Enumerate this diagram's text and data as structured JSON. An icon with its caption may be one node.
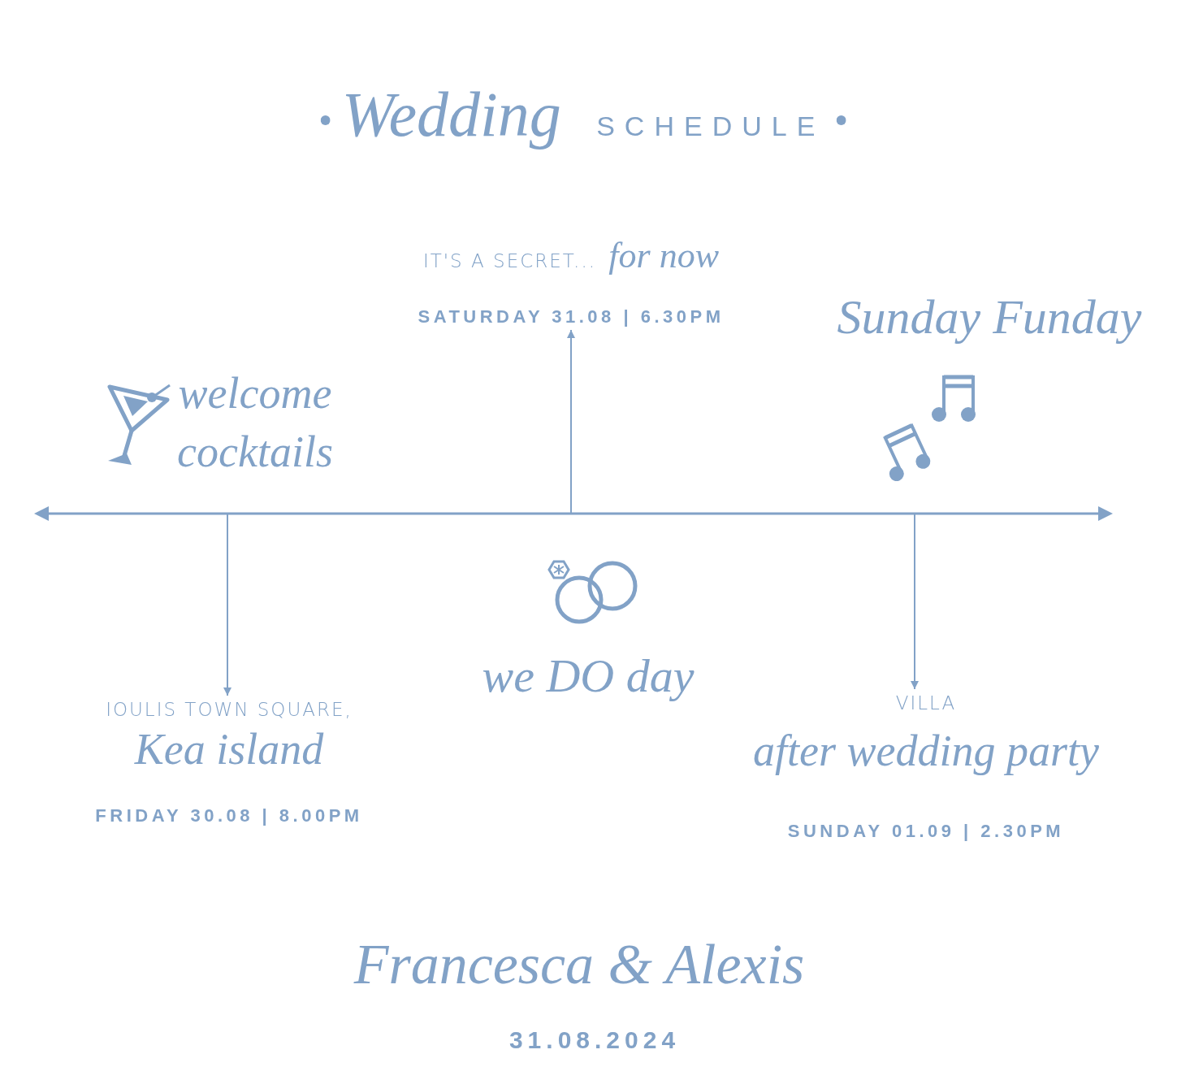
{
  "diagram": {
    "title": "*Wedding* SCHEDULE",
    "nodes": [
      {
        "text": [
          "IOULIS TOWN SQUARE,",
          "Kea island",
          "FRIDAY 30.08 | 8.00PM"
        ]
      },
      {
        "text": [
          "IT'S A SECRET... *for now*",
          "SATURDAY 31.08 | 6.30PM"
        ]
      },
      {
        "text": [
          "VILLA",
          "after wedding party",
          "SUNDAY 01.09 | 2.30PM"
        ]
      }
    ],
    "edges": [
      {
        "from": null,
        "to": 0,
        "arrow": "to"
      },
      {
        "from": null,
        "to": 1,
        "arrow": "to"
      },
      {
        "from": null,
        "to": 2,
        "arrow": "to"
      }
    ],
    "labels": [
      "welcome cocktails",
      "we DO day",
      "Sunday Funday",
      "Francesca & Alexis",
      "31.08.2024"
    ]
  }
}
